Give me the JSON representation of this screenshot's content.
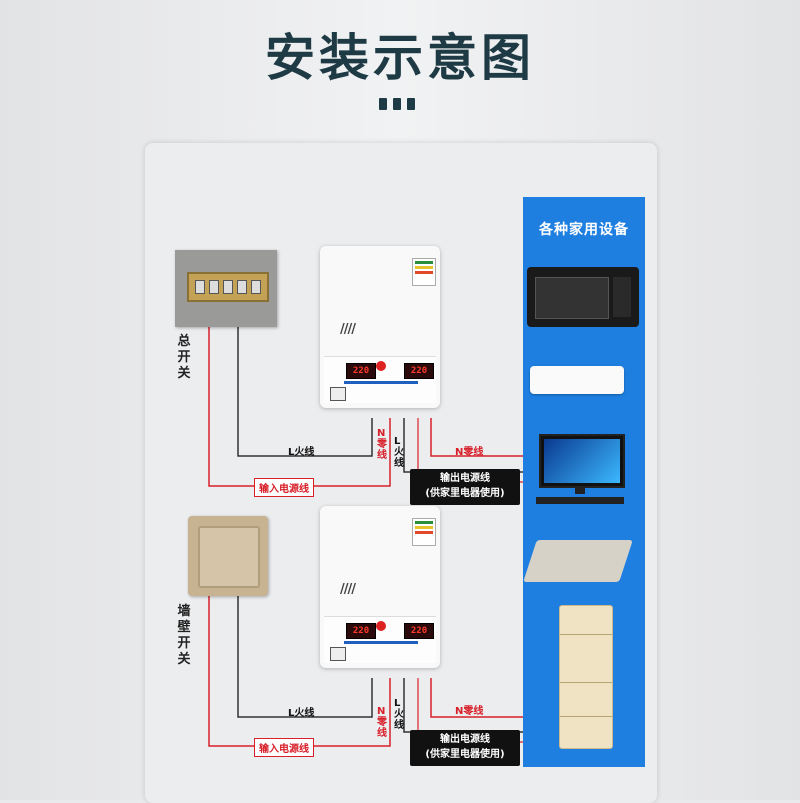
{
  "title": "安装示意图",
  "appliances_title": "各种家用设备",
  "source_labels": {
    "main_switch": "总开关",
    "wall_switch": "墙壁开关"
  },
  "wires": {
    "live": "L火线",
    "neutral": "N零线",
    "live_vertical": "L火线",
    "neutral_vertical": "N零线",
    "input": "输入电源线",
    "output_line1": "输出电源线",
    "output_line2": "(供家里电器使用)"
  },
  "regulator": {
    "vent_marks": "////",
    "display_value": "220"
  },
  "colors": {
    "accent_blue": "#1e7fe0",
    "wire_red": "#d8202a",
    "wire_black": "#333333",
    "title": "#1e3a44"
  }
}
